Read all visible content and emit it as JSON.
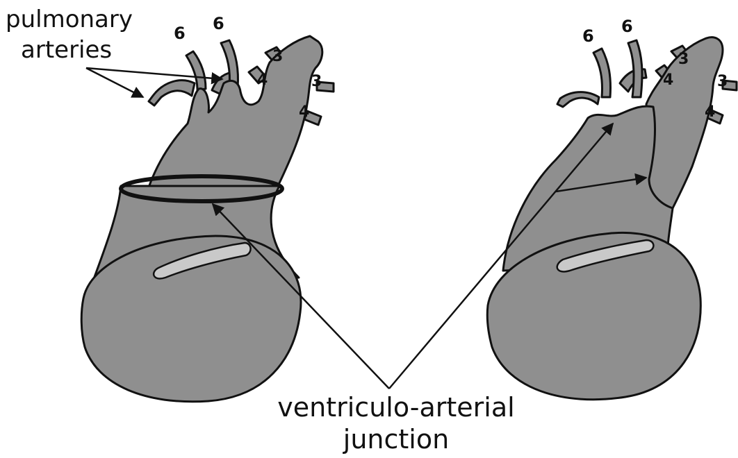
{
  "labels": {
    "pulmonary_line1": "pulmonary",
    "pulmonary_line2": "arteries",
    "vaj_line1": "ventriculo-arterial",
    "vaj_line2": "junction"
  },
  "arch_numbers": {
    "six": "6",
    "four": "4",
    "three": "3"
  },
  "colors": {
    "tissue": "#8f8f8f",
    "outline": "#111111",
    "stripe": "#c9c9c9",
    "background": "#ffffff"
  }
}
